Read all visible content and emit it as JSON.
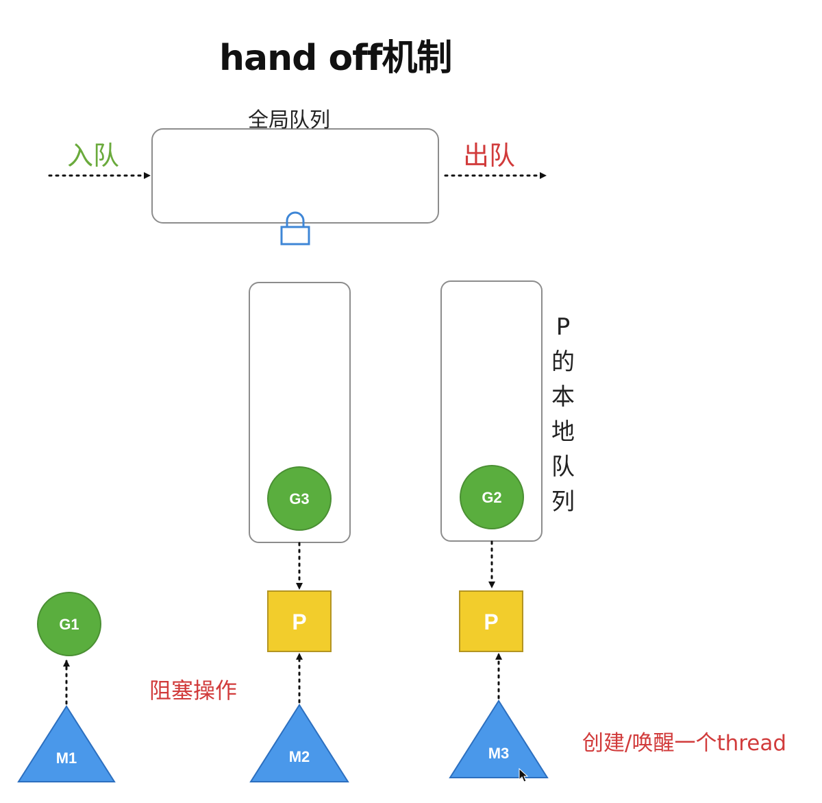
{
  "title": "hand off机制",
  "global_queue": {
    "label": "全局队列"
  },
  "enqueue_label": "入队",
  "dequeue_label": "出队",
  "local_queue_label": "P的本地队列",
  "blocking_label": "阻塞操作",
  "create_thread_label": "创建/唤醒一个thread",
  "goroutines": {
    "g1": "G1",
    "g2": "G2",
    "g3": "G3"
  },
  "processors": {
    "p1": "P",
    "p2": "P"
  },
  "machines": {
    "m1": "M1",
    "m2": "M2",
    "m3": "M3"
  },
  "colors": {
    "goroutine": "#5aae3e",
    "goroutine_stroke": "#4a8f33",
    "processor": "#f2cd2c",
    "processor_stroke": "#b39421",
    "machine": "#4a98ea",
    "machine_stroke": "#2c6fbf",
    "lock": "#3e86d6",
    "accent_green": "#6aaa3c",
    "accent_red": "#d13b3b"
  },
  "icons": {
    "lock": "lock-icon",
    "cursor": "cursor-icon"
  }
}
